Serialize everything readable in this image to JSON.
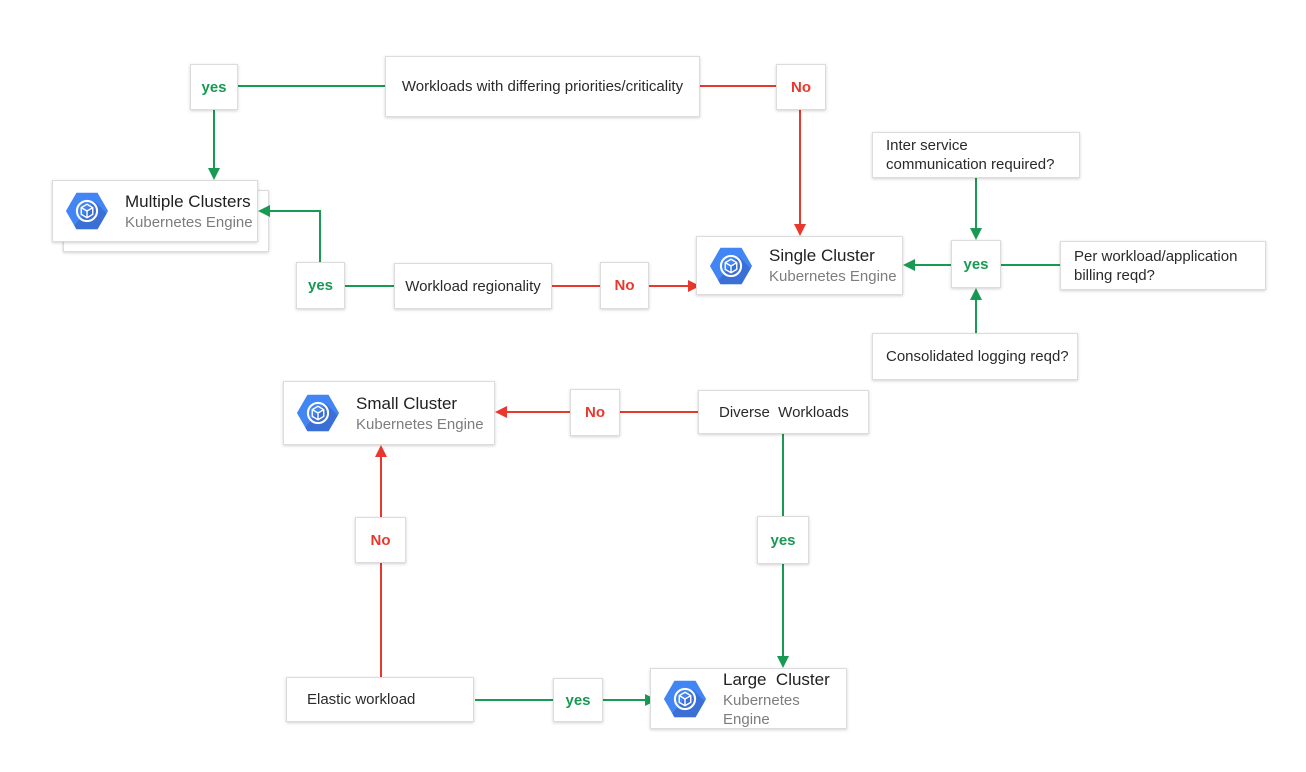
{
  "diagram": {
    "title_hint": "GKE cluster decision flowchart",
    "colors": {
      "yes_green": "#189a53",
      "no_red": "#e8382e",
      "gke_blue": "#4285f4",
      "gke_blue_shadow": "#3a6fd6",
      "title_text": "#212121",
      "subtitle_text": "#7d7d7d"
    },
    "answers": {
      "yes": "yes",
      "no": "No"
    },
    "questions": {
      "priorities": "Workloads with differing priorities/criticality",
      "regionality": "Workload regionality",
      "inter_service": "Inter service communication required?",
      "billing": "Per workload/application billing reqd?",
      "logging": "Consolidated logging reqd?",
      "diverse": "Diverse  Workloads",
      "elastic": "Elastic workload"
    },
    "clusters": {
      "multiple": {
        "title": "Multiple Clusters",
        "subtitle": "Kubernetes Engine"
      },
      "single": {
        "title": "Single Cluster",
        "subtitle": "Kubernetes Engine"
      },
      "small": {
        "title": "Small Cluster",
        "subtitle": "Kubernetes Engine"
      },
      "large": {
        "title": "Large  Cluster",
        "subtitle": "Kubernetes Engine"
      }
    }
  }
}
